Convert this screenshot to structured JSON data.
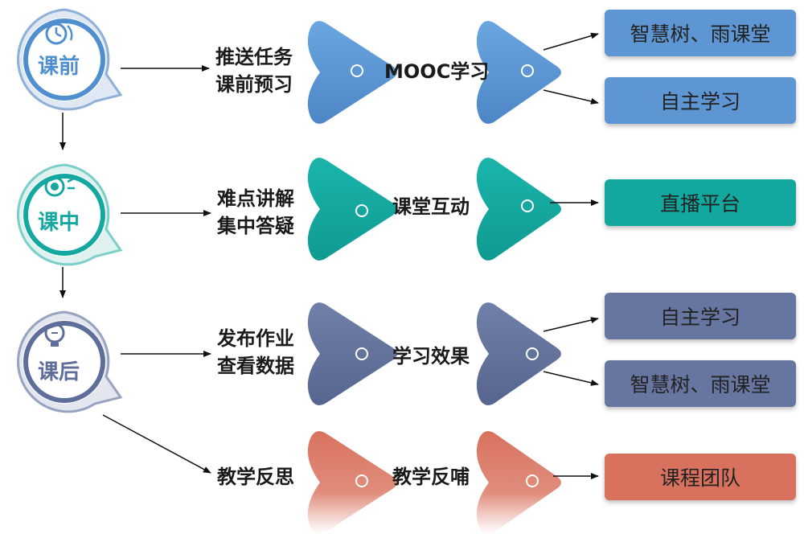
{
  "stages": [
    {
      "label": "课前",
      "color": "#4f8fcf",
      "icon": "clock-icon"
    },
    {
      "label": "课中",
      "color": "#15a8a0",
      "icon": "award-badge-icon"
    },
    {
      "label": "课后",
      "color": "#5d6e9a",
      "icon": "lightbulb-icon"
    }
  ],
  "rows": [
    {
      "step1": [
        "推送任务",
        "课前预习"
      ],
      "step2": "MOOC学习",
      "color": "#4f8fcf",
      "outputs": [
        "智慧树、雨课堂",
        "自主学习"
      ]
    },
    {
      "step1": [
        "难点讲解",
        "集中答疑"
      ],
      "step2": "课堂互动",
      "color": "#13a89f",
      "outputs": [
        "直播平台"
      ]
    },
    {
      "step1": [
        "发布作业",
        "查看数据"
      ],
      "step2": "学习效果",
      "color": "#5d6e9a",
      "outputs": [
        "自主学习",
        "智慧树、雨课堂"
      ]
    },
    {
      "step1": [
        "教学反思"
      ],
      "step2": "教学反哺",
      "color": "#d8725e",
      "outputs": [
        "课程团队"
      ]
    }
  ],
  "colors": {
    "blue": "#4f8fcf",
    "blue_box": "#5e96d3",
    "teal": "#13a89f",
    "slate": "#5d6e9a",
    "slate_box": "#6676a0",
    "coral": "#d8725e"
  }
}
